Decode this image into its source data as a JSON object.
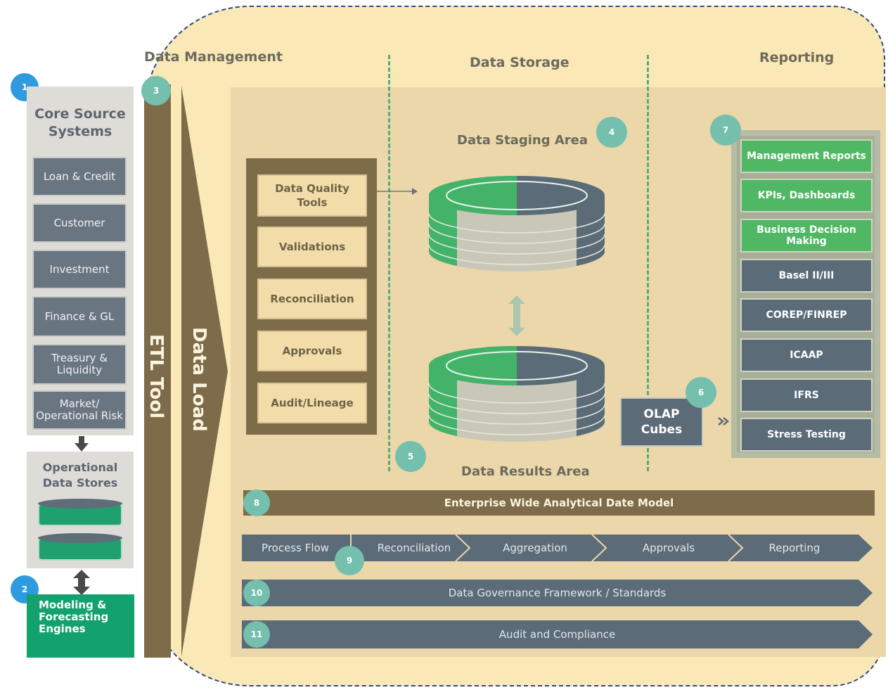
{
  "headers": {
    "data_management": "Data Management",
    "data_storage": "Data Storage",
    "reporting": "Reporting"
  },
  "badges": {
    "b1": "1",
    "b2": "2",
    "b3": "3",
    "b4": "4",
    "b5": "5",
    "b6": "6",
    "b7": "7",
    "b8": "8",
    "b9": "9",
    "b10": "10",
    "b11": "11"
  },
  "core_sources": {
    "title": "Core Source Systems",
    "items": [
      "Loan & Credit",
      "Customer",
      "Investment",
      "Finance & GL",
      "Treasury & Liquidity",
      "Market/ Operational Risk"
    ]
  },
  "ods": {
    "title": "Operational Data Stores"
  },
  "modeling": {
    "label": "Modeling & Forecasting Engines"
  },
  "etl": {
    "label": "ETL Tool"
  },
  "data_load": {
    "label": "Data Load"
  },
  "quality": {
    "items": [
      "Data Quality Tools",
      "Validations",
      "Reconciliation",
      "Approvals",
      "Audit/Lineage"
    ]
  },
  "storage": {
    "staging_label": "Data Staging Area",
    "results_label": "Data Results Area",
    "olap_label": "OLAP Cubes"
  },
  "reports": {
    "items": [
      {
        "label": "Management Reports",
        "style": "green"
      },
      {
        "label": "KPIs, Dashboards",
        "style": "green"
      },
      {
        "label": "Business Decision Making",
        "style": "green"
      },
      {
        "label": "Basel II/III",
        "style": "slate"
      },
      {
        "label": "COREP/FINREP",
        "style": "slate"
      },
      {
        "label": "ICAAP",
        "style": "slate"
      },
      {
        "label": "IFRS",
        "style": "slate"
      },
      {
        "label": "Stress Testing",
        "style": "slate"
      }
    ]
  },
  "edm": {
    "label": "Enterprise Wide Analytical Date Model"
  },
  "process": {
    "steps": [
      "Process Flow",
      "Reconciliation",
      "Aggregation",
      "Approvals",
      "Reporting"
    ]
  },
  "governance": {
    "label": "Data Governance Framework / Standards"
  },
  "audit": {
    "label": "Audit and Compliance"
  },
  "colors": {
    "panel": "#fbe8b7",
    "brown": "#7d6b4a",
    "slate": "#5b6b78",
    "green": "#50b764",
    "blue_badge": "#2e9be0",
    "teal_badge": "#74bfae"
  }
}
